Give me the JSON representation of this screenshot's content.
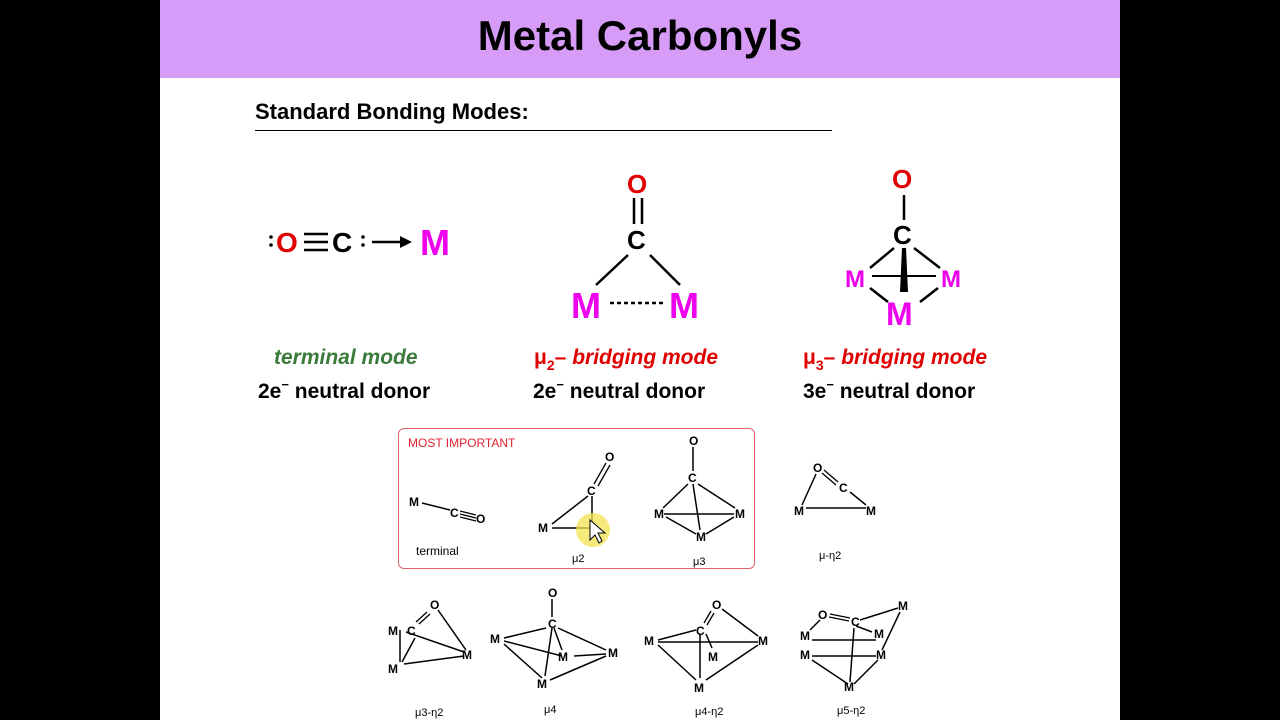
{
  "title": "Metal Carbonyls",
  "section_heading": "Standard Bonding Modes:",
  "colors": {
    "title_bar": "#d79cf7",
    "oxygen": "#e00000",
    "metal": "#ee00ee",
    "terminal_label": "#3a7a3a",
    "bridging_label": "#e00000"
  },
  "atoms": {
    "oxygen": "O",
    "carbon": "C",
    "metal": "M"
  },
  "modes": [
    {
      "mode_name": "terminal mode",
      "donor_prefix": "2e",
      "donor_suffix": "neutral donor"
    },
    {
      "mu_symbol": "μ",
      "mu_subscript": "2",
      "dash": "–",
      "mode_name": "bridging mode",
      "donor_prefix": "2e",
      "donor_suffix": "neutral donor"
    },
    {
      "mu_symbol": "μ",
      "mu_subscript": "3",
      "dash": "–",
      "mode_name": "bridging mode",
      "donor_prefix": "3e",
      "donor_suffix": "neutral donor"
    }
  ],
  "charge_superscript": "−",
  "important_label": "MOST IMPORTANT",
  "small_labels": {
    "terminal": "terminal",
    "mu2": "μ2",
    "mu3": "μ3",
    "mu_eta2": "μ-η2",
    "mu3_eta2": "μ3-η2",
    "mu4": "μ4",
    "mu4_eta2": "μ4-η2",
    "mu5_eta2": "μ5-η2"
  }
}
